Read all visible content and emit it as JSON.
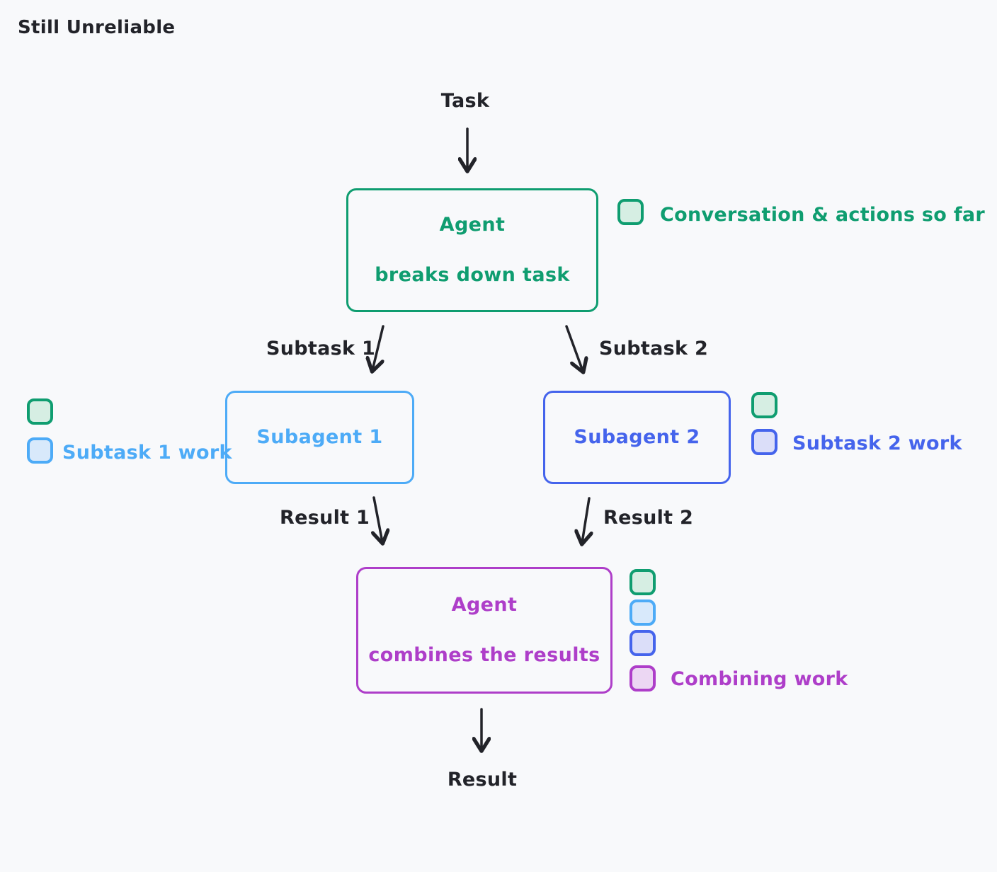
{
  "title": "Still Unreliable",
  "colors": {
    "dark": "#222329",
    "green": "#0f9d70",
    "blue": "#4dabf7",
    "indigo": "#4564ec",
    "purple": "#ae3ec9",
    "green_fill": "#d6eee3",
    "blue_fill": "#d8e9fb",
    "indigo_fill": "#dbdef9",
    "purple_fill": "#ecd7f3",
    "background": "#f8f9fb"
  },
  "diagram": {
    "task_label": "Task",
    "agent_breakdown": {
      "title": "Agent",
      "subtitle": "breaks down task"
    },
    "subagent1_label": "Subagent 1",
    "subagent2_label": "Subagent 2",
    "agent_combine": {
      "title": "Agent",
      "subtitle": "combines the results"
    },
    "result_label": "Result",
    "edge_labels": {
      "subtask1": "Subtask 1",
      "subtask2": "Subtask 2",
      "result1": "Result 1",
      "result2": "Result 2"
    }
  },
  "legends": {
    "conversation": {
      "label": "Conversation & actions so far",
      "swatches": [
        "green"
      ]
    },
    "subtask1_work": {
      "label": "Subtask 1 work",
      "swatches": [
        "green",
        "blue"
      ]
    },
    "subtask2_work": {
      "label": "Subtask 2 work",
      "swatches": [
        "green",
        "indigo"
      ]
    },
    "combining_work": {
      "label": "Combining work",
      "swatches": [
        "green",
        "blue",
        "indigo",
        "purple"
      ]
    }
  }
}
